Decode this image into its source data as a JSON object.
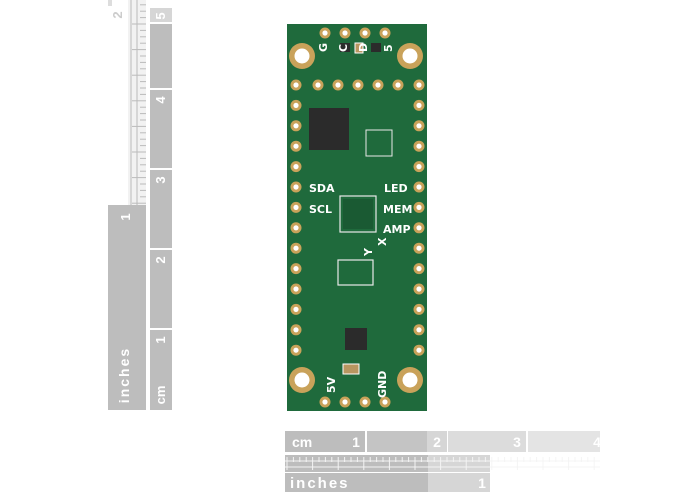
{
  "vertical_ruler": {
    "inches_label": "inches",
    "inch_marks": [
      "1",
      "2"
    ],
    "cm_label": "cm",
    "cm_marks": [
      "1",
      "2",
      "3",
      "4",
      "5"
    ]
  },
  "horizontal_ruler": {
    "cm_label": "cm",
    "cm_marks": [
      "1",
      "2",
      "3",
      "4"
    ],
    "inches_label": "inches",
    "inch_marks": [
      "1"
    ]
  },
  "board": {
    "top_pins": [
      "G",
      "C",
      "D",
      "5"
    ],
    "labels": {
      "sda": "SDA",
      "scl": "SCL",
      "led": "LED",
      "mem": "MEM",
      "amp": "AMP",
      "v5": "5V",
      "gnd": "GND",
      "axis_y": "Y",
      "axis_x": "X"
    },
    "colors": {
      "pcb": "#1f6a3c",
      "pad": "#c9a25a"
    }
  }
}
